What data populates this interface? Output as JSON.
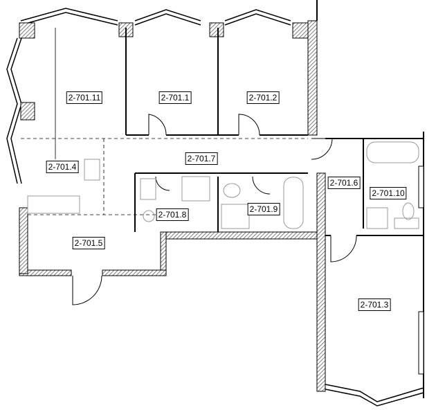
{
  "plan": {
    "rooms": [
      {
        "id": "room-2-701-11",
        "label": "2-701.11"
      },
      {
        "id": "room-2-701-1",
        "label": "2-701.1"
      },
      {
        "id": "room-2-701-2",
        "label": "2-701.2"
      },
      {
        "id": "room-2-701-7",
        "label": "2-701.7"
      },
      {
        "id": "room-2-701-4",
        "label": "2-701.4"
      },
      {
        "id": "room-2-701-6",
        "label": "2-701.6"
      },
      {
        "id": "room-2-701-10",
        "label": "2-701.10"
      },
      {
        "id": "room-2-701-8",
        "label": "2-701.8"
      },
      {
        "id": "room-2-701-9",
        "label": "2-701.9"
      },
      {
        "id": "room-2-701-5",
        "label": "2-701.5"
      },
      {
        "id": "room-2-701-3",
        "label": "2-701.3"
      }
    ]
  }
}
